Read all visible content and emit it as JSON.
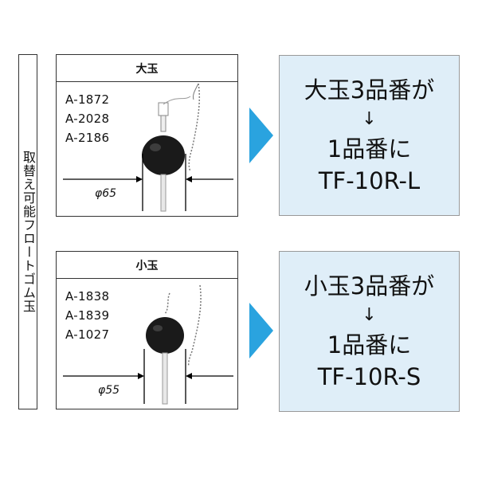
{
  "side_label": "取替え可能フロートゴム玉",
  "large": {
    "title": "大玉",
    "codes": [
      "A-1872",
      "A-2028",
      "A-2186"
    ],
    "diameter": "φ65",
    "result": {
      "line1": "大玉3品番が",
      "arrow": "↓",
      "line2": "1品番に",
      "line3": "TF-10R-L"
    }
  },
  "small": {
    "title": "小玉",
    "codes": [
      "A-1838",
      "A-1839",
      "A-1027"
    ],
    "diameter": "φ55",
    "result": {
      "line1": "小玉3品番が",
      "arrow": "↓",
      "line2": "1品番に",
      "line3": "TF-10R-S"
    }
  },
  "colors": {
    "arrow": "#2aa3df",
    "result_bg": "#dfeef8",
    "ball": "#1a1a1a"
  }
}
